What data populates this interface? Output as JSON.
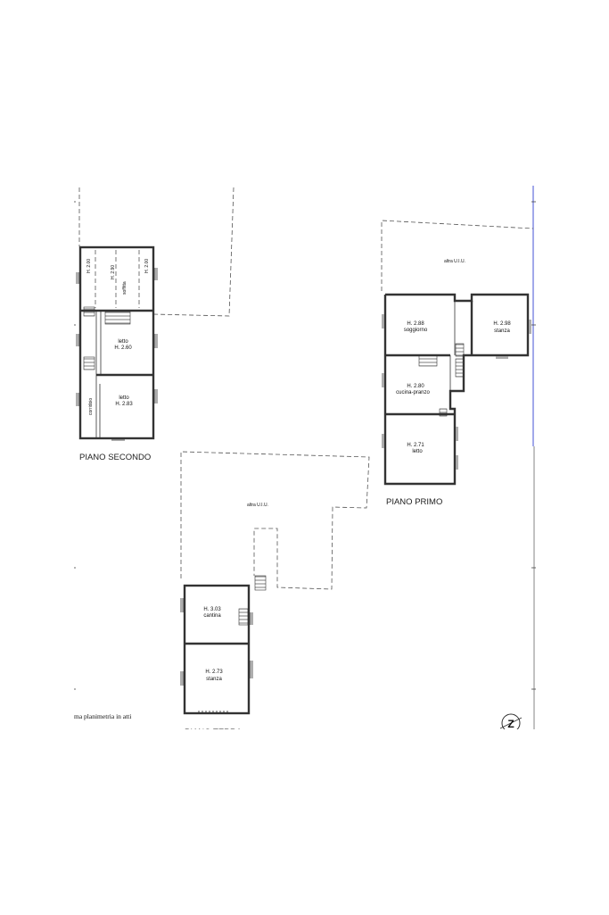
{
  "floors": {
    "second": {
      "title": "PIANO SECONDO",
      "labels": {
        "h_200_a": "H. 2.00",
        "h_290": "H. 2.90",
        "h_200_b": "H. 2.00",
        "soffitta": "soffitta",
        "letto_a_name": "letto",
        "letto_a_height": "H. 2.60",
        "letto_b_name": "letto",
        "letto_b_height": "H. 2.83",
        "corridoio": "corridoio"
      }
    },
    "first": {
      "title": "PIANO PRIMO",
      "labels": {
        "altra_uiu": "altra U.I.U.",
        "soggiorno_height": "H. 2.88",
        "soggiorno_name": "soggiorno",
        "stanza_height": "H. 2.98",
        "stanza_name": "stanza",
        "cucina_height": "H. 2.80",
        "cucina_name": "cucina-pranzo",
        "letto_height": "H. 2.71",
        "letto_name": "letto"
      }
    },
    "ground": {
      "title": "PIANO TERRA",
      "labels": {
        "altra_uiu": "altra U.I.U.",
        "cantina_height": "H. 3.03",
        "cantina_name": "cantina",
        "stanza_height": "H. 2.73",
        "stanza_name": "stanza"
      }
    }
  },
  "footer_note": "ma planimetria in atti",
  "north_symbol": "Z"
}
